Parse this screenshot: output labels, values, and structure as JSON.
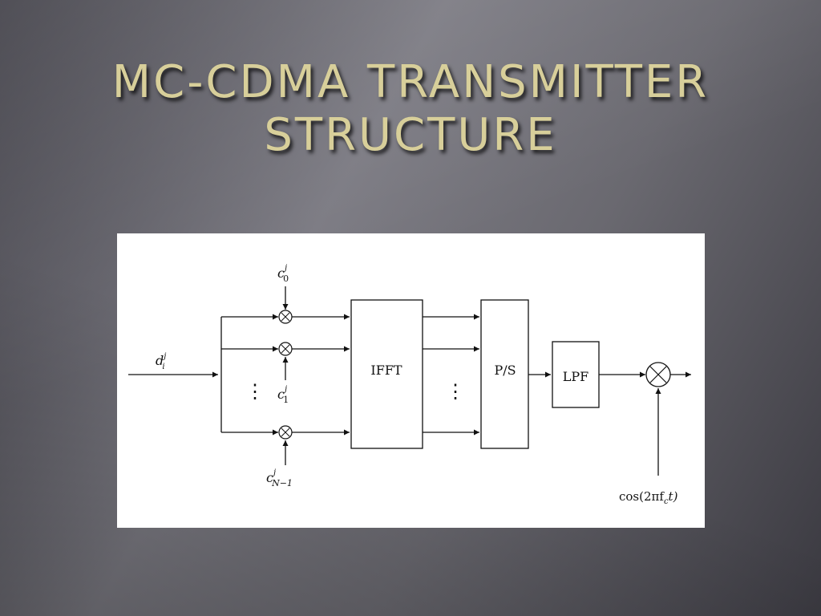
{
  "slide": {
    "title_line1": "MC-CDMA TRANSMITTER",
    "title_line2": "STRUCTURE"
  },
  "diagram": {
    "input_label": "d",
    "input_sup": "j",
    "input_sub": "i",
    "code_top": {
      "base": "c",
      "sup": "j",
      "sub": "0"
    },
    "code_mid": {
      "base": "c",
      "sup": "j",
      "sub": "1"
    },
    "code_bot": {
      "base": "c",
      "sup": "j",
      "sub": "N−1"
    },
    "dots": "⋮",
    "blocks": {
      "ifft": "IFFT",
      "ps": "P/S",
      "lpf": "LPF"
    },
    "carrier_label": "cos(2πf",
    "carrier_sub": "c",
    "carrier_tail": "t)"
  }
}
